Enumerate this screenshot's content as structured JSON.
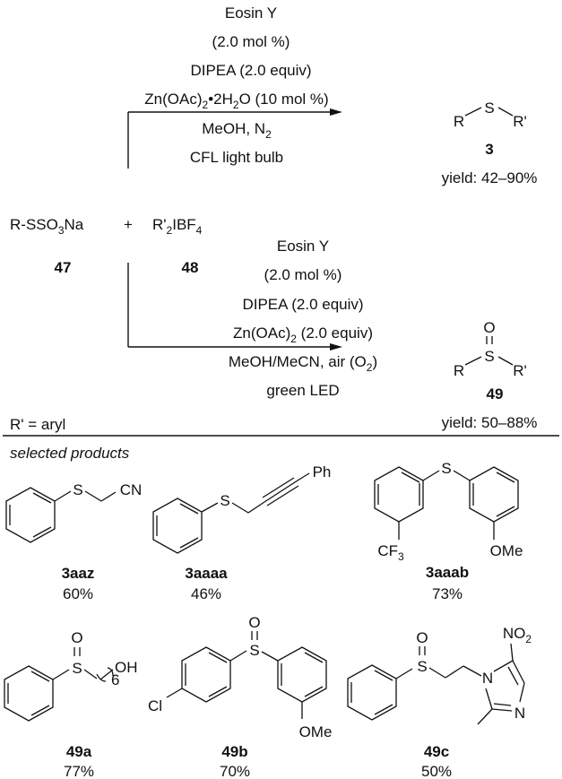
{
  "scheme": {
    "reactants": {
      "reagent1": {
        "text": "R-SSO",
        "sub": "3",
        "tail": "Na",
        "label": "47"
      },
      "plus": "+",
      "reagent2": {
        "text": "R'",
        "sub1": "2",
        "mid": "IBF",
        "sub2": "4",
        "label": "48"
      }
    },
    "top_conditions": {
      "lines": [
        "Eosin Y",
        "(2.0 mol %)",
        "DIPEA (2.0 equiv)"
      ],
      "zn_line": {
        "pre": "Zn(OAc)",
        "sub1": "2",
        "mid": "•2H",
        "sub2": "2",
        "post": "O (10 mol %)"
      },
      "solvent_line": {
        "pre": "MeOH, N",
        "sub": "2"
      },
      "light": "CFL light bulb"
    },
    "top_product": {
      "left": "R",
      "center": "S",
      "right": "R'",
      "label": "3",
      "yield": "yield: 42–90%"
    },
    "bottom_conditions": {
      "lines": [
        "Eosin Y",
        "(2.0 mol %)",
        "DIPEA (2.0 equiv)"
      ],
      "zn_line": {
        "pre": "Zn(OAc)",
        "sub": "2",
        "post": " (2.0 equiv)"
      },
      "solvent_line": {
        "pre": "MeOH/MeCN, air (O",
        "sub": "2",
        "post": ")"
      },
      "light": "green LED"
    },
    "bottom_product": {
      "oxygen": "O",
      "left": "R",
      "center": "S",
      "right": "R'",
      "label": "49",
      "yield": "yield: 50–88%"
    },
    "footnote": "R' = aryl"
  },
  "products_header": "selected products",
  "products": [
    {
      "id": "3aaz",
      "yield": "60%",
      "atoms": {
        "s": "S",
        "cn": "CN"
      }
    },
    {
      "id": "3aaaa",
      "yield": "46%",
      "atoms": {
        "s": "S",
        "ph": "Ph"
      }
    },
    {
      "id": "3aaab",
      "yield": "73%",
      "atoms": {
        "s": "S",
        "cf3": "CF",
        "cf3_sub": "3",
        "ome": "OMe"
      }
    },
    {
      "id": "49a",
      "yield": "77%",
      "atoms": {
        "o": "O",
        "s": "S",
        "oh": "OH",
        "n": "6"
      }
    },
    {
      "id": "49b",
      "yield": "70%",
      "atoms": {
        "o": "O",
        "s": "S",
        "cl": "Cl",
        "ome": "OMe"
      }
    },
    {
      "id": "49c",
      "yield": "50%",
      "atoms": {
        "o": "O",
        "s": "S",
        "n1": "N",
        "n2": "N",
        "no2": "NO",
        "no2_sub": "2"
      }
    }
  ]
}
